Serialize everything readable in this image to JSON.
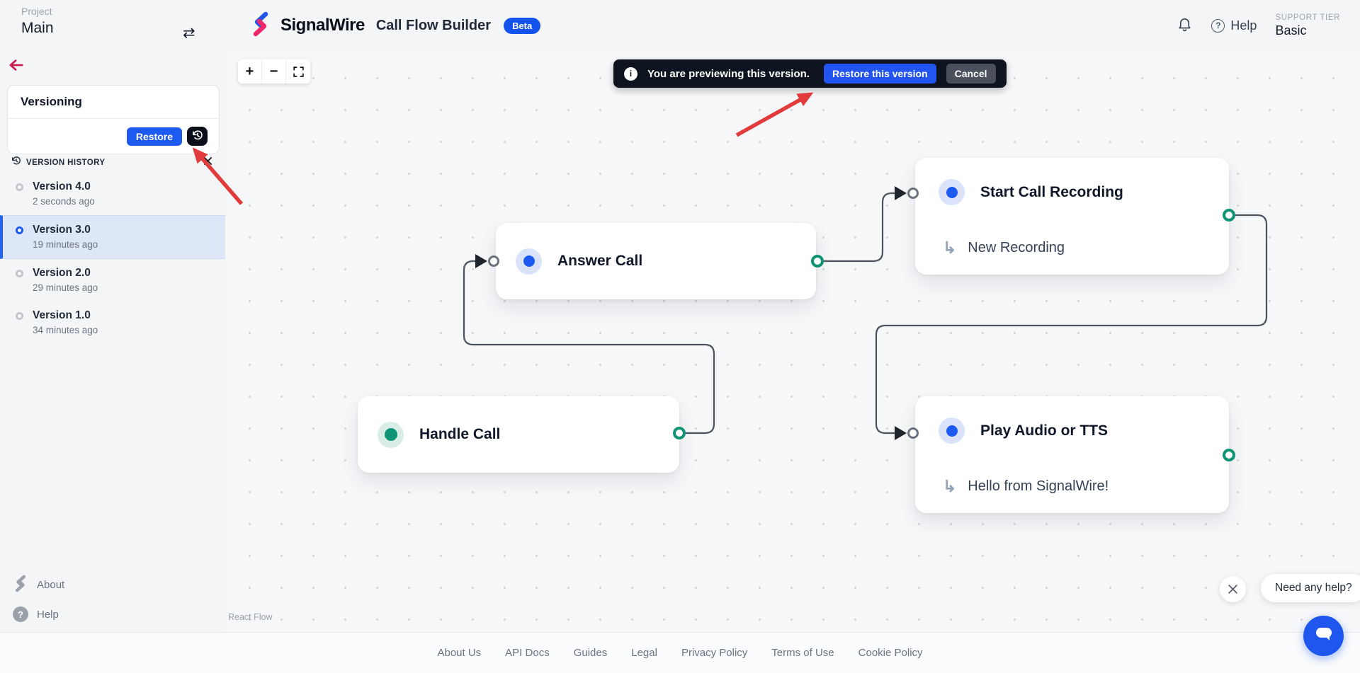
{
  "header": {
    "project_label": "Project",
    "project_name": "Main",
    "brand": "SignalWire",
    "app_title": "Call Flow Builder",
    "beta": "Beta",
    "help": "Help",
    "support_tier_label": "SUPPORT TIER",
    "support_tier_value": "Basic"
  },
  "sidebar": {
    "panel_title": "Versioning",
    "restore": "Restore",
    "history_title": "VERSION HISTORY",
    "versions": [
      {
        "name": "Version 4.0",
        "time": "2 seconds ago",
        "selected": false
      },
      {
        "name": "Version 3.0",
        "time": "19 minutes ago",
        "selected": true
      },
      {
        "name": "Version 2.0",
        "time": "29 minutes ago",
        "selected": false
      },
      {
        "name": "Version 1.0",
        "time": "34 minutes ago",
        "selected": false
      }
    ],
    "about": "About",
    "help": "Help"
  },
  "banner": {
    "message": "You are previewing this version.",
    "restore": "Restore this version",
    "cancel": "Cancel"
  },
  "canvas": {
    "controls": {
      "zoom_in": "+",
      "zoom_out": "−"
    },
    "attribution": "React Flow",
    "nodes": [
      {
        "title": "Answer Call"
      },
      {
        "title": "Start Call Recording",
        "subtitle": "New Recording"
      },
      {
        "title": "Play Audio or TTS",
        "subtitle": "Hello from SignalWire!"
      },
      {
        "title": "Handle Call"
      }
    ]
  },
  "footer": {
    "links": [
      "About Us",
      "API Docs",
      "Guides",
      "Legal",
      "Privacy Policy",
      "Terms of Use",
      "Cookie Policy"
    ]
  },
  "chat": {
    "tooltip": "Need any help?"
  },
  "colors": {
    "accent_blue": "#1D5BF0",
    "brand_pink": "#F0286A",
    "teal_green": "#0E9373",
    "banner_bg": "#0E141F",
    "annotation_red": "#E23B3B",
    "selected_row_bg": "#DDE7F8"
  }
}
